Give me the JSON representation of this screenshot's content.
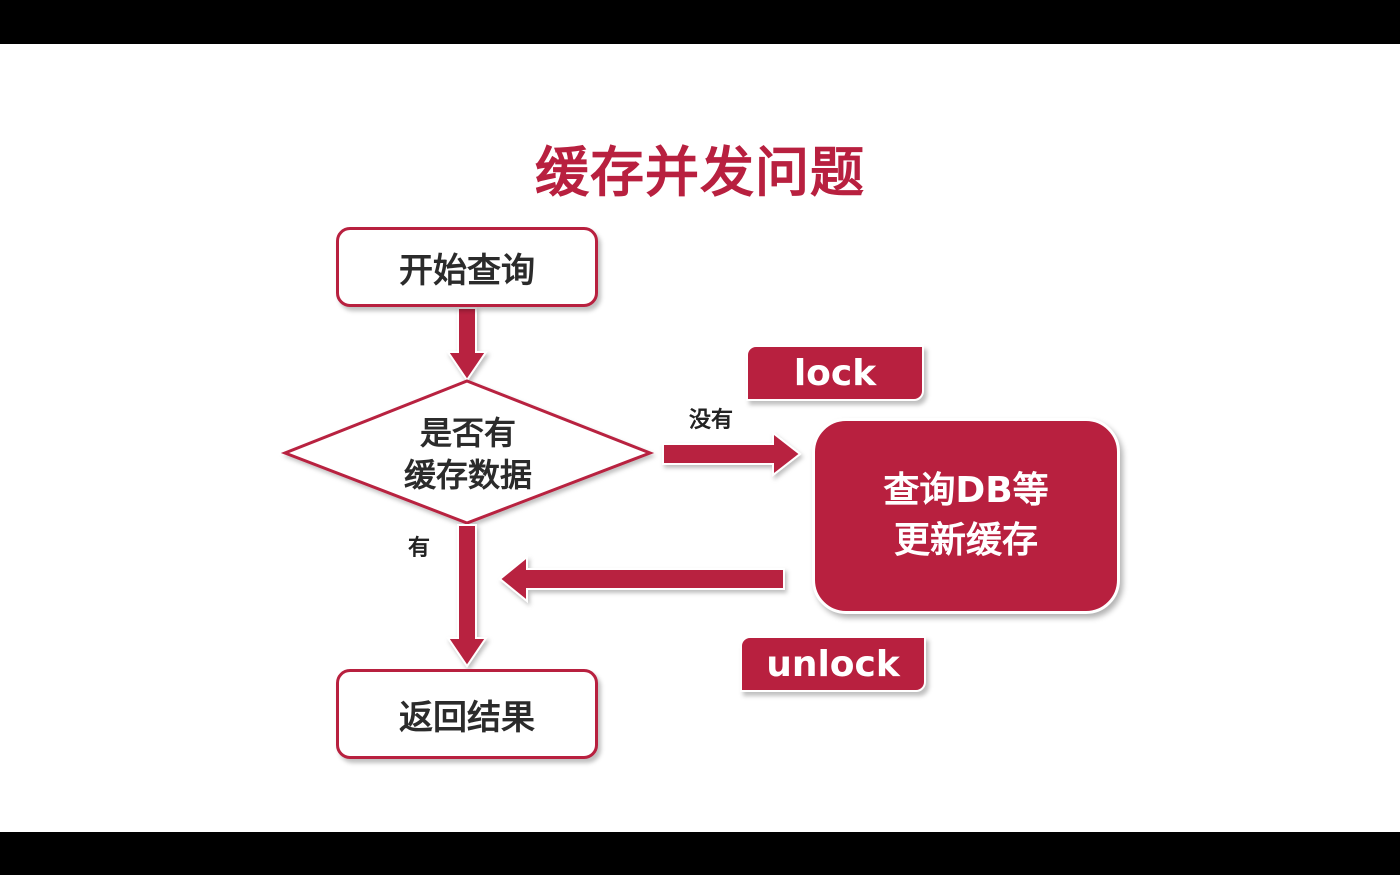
{
  "slide": {
    "title": "缓存并发问题"
  },
  "flow": {
    "start": "开始查询",
    "decision_line1": "是否有",
    "decision_line2": "缓存数据",
    "yes_label": "有",
    "no_label": "没有",
    "db_line1": "查询DB等",
    "db_line2": "更新缓存",
    "lock": "lock",
    "unlock": "unlock",
    "result": "返回结果"
  },
  "colors": {
    "accent": "#b8203f",
    "text": "#2b2b2b",
    "background": "#ffffff",
    "letterbox": "#000000"
  }
}
